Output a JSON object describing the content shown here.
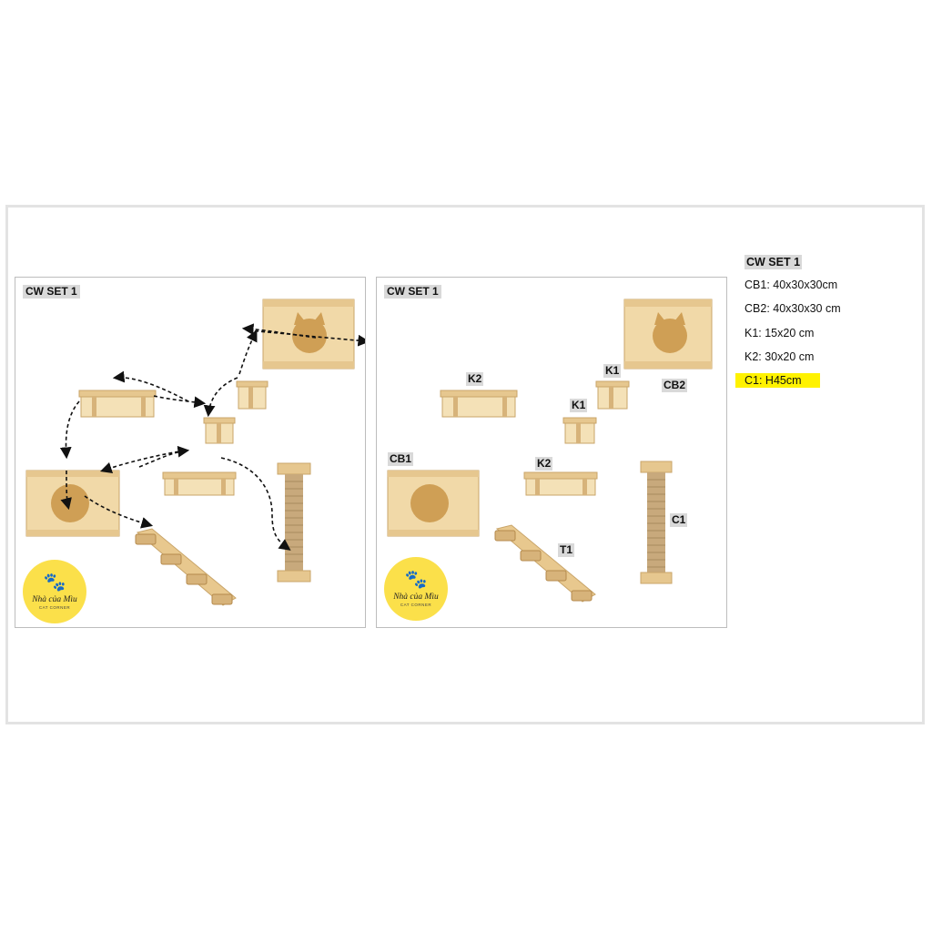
{
  "panels": {
    "left": {
      "title": "CW SET 1"
    },
    "right": {
      "title": "CW SET 1",
      "labels": [
        "K2",
        "K1",
        "CB2",
        "K1",
        "CB1",
        "K2",
        "C1",
        "T1"
      ]
    }
  },
  "logo": {
    "brand": "Nhà của Mìu",
    "tagline": "CAT CORNER",
    "icon": "paw-icon"
  },
  "specs": {
    "title": "CW SET 1",
    "lines": [
      "CB1: 40x30x30cm",
      "CB2: 40x30x30 cm",
      "K1: 15x20 cm",
      "K2: 30x20 cm",
      "C1: H45cm"
    ],
    "highlight_color": "#fff200"
  },
  "colors": {
    "wood": "#f1d9a8",
    "wood_dark": "#c9a56a",
    "rope": "#c8a97c",
    "label_bg": "#d9d9d9",
    "logo": "#fbe04a"
  }
}
